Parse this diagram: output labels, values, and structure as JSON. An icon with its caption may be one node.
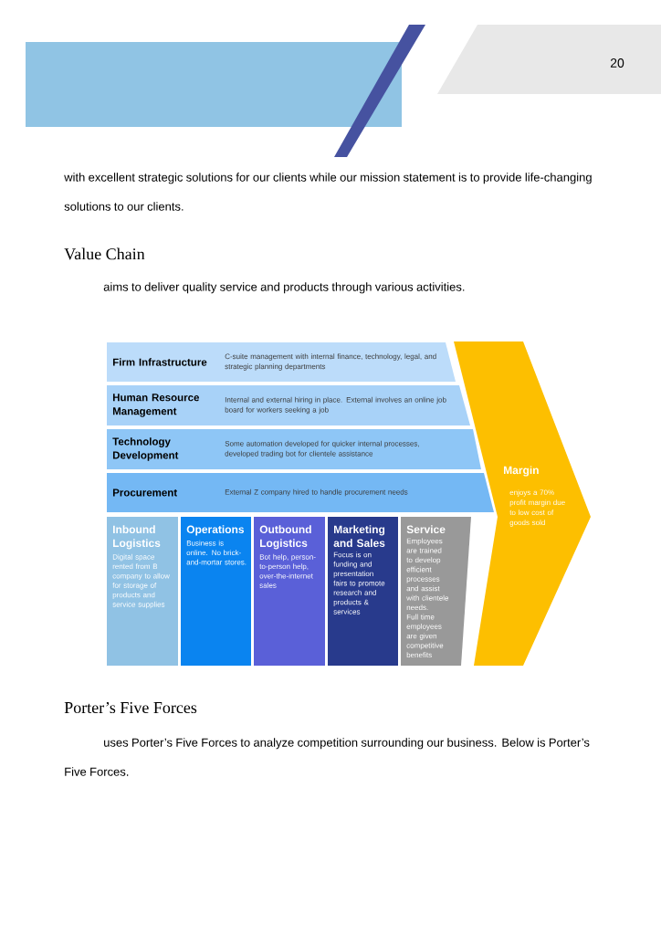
{
  "diagram": {
    "nodes": [
      {
        "text": [
          "Firm Infrastructure",
          "C-suite management with internal finance, technology, legal, and strategic planning departments"
        ]
      },
      {
        "text": [
          "Human Resource Management",
          "Internal and external hiring in place. External involves an online job board for workers seeking a job"
        ]
      },
      {
        "text": [
          "Technology Development",
          "Some automation developed for quicker internal processes, developed trading bot for clientele assistance"
        ]
      },
      {
        "text": [
          "Procurement",
          "External Z company hired to handle procurement needs"
        ]
      },
      {
        "text": [
          "Inbound Logistics",
          "Digital space rented from B company to allow for storage of products and service supplies"
        ]
      },
      {
        "text": [
          "Operations",
          "Business is online. No brick-and-mortar stores."
        ]
      },
      {
        "text": [
          "Outbound Logistics",
          "Bot help, person-to-person help, over-the-internet sales"
        ]
      },
      {
        "text": [
          "Marketing and Sales",
          "Focus is on funding and presentation fairs to promote research and products & services"
        ]
      },
      {
        "text": [
          "Service",
          "Employees are trained to develop efficient processes and assist with clientele needs. Full time employees are given competitive benefits"
        ]
      },
      {
        "text": [
          "Margin",
          "enjoys a 70% profit margin due to low cost of goods sold"
        ]
      }
    ],
    "labels": [
      "20",
      "with excellent strategic solutions for our clients while our mission statement is to provide life-changing solutions to our clients.",
      "Value Chain",
      "aims to deliver quality service and products through various activities.",
      "Porter’s Five Forces",
      "uses Porter’s Five Forces to analyze competition surrounding our business. Below is Porter’s Five Forces."
    ]
  }
}
